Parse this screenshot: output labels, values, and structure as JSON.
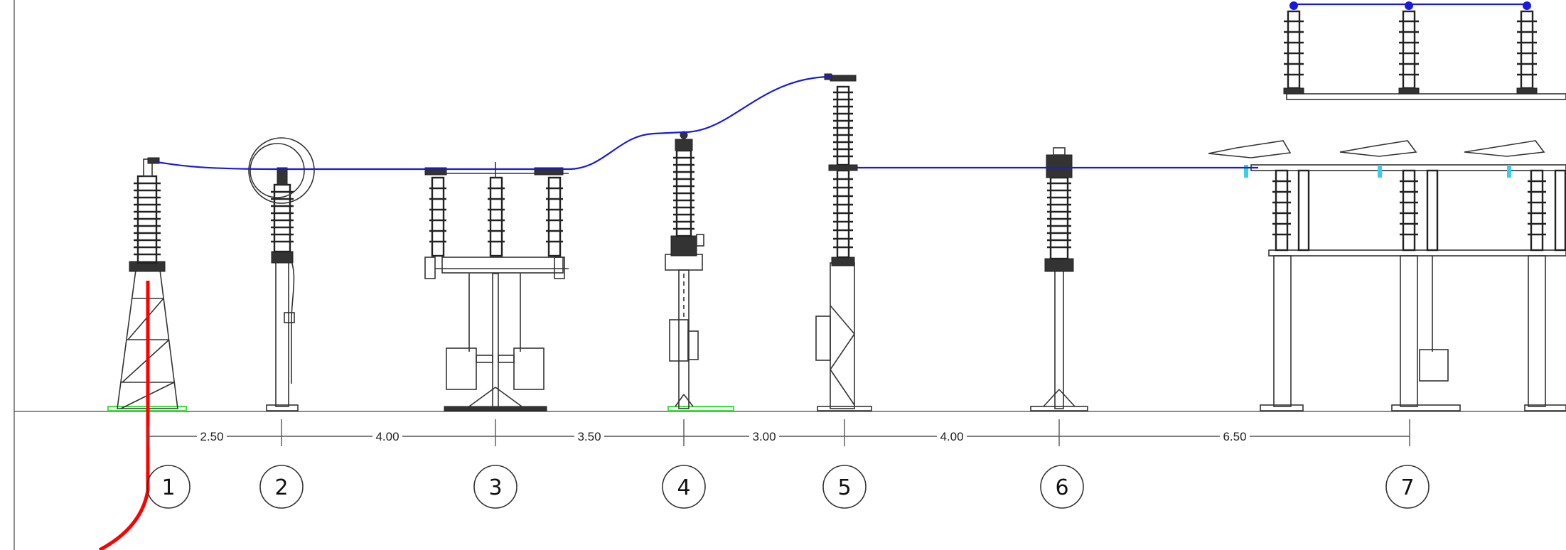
{
  "spacings": [
    "2.50",
    "4.00",
    "3.50",
    "3.00",
    "4.00",
    "6.50"
  ],
  "positions": [
    "1",
    "2",
    "3",
    "4",
    "5",
    "6",
    "7"
  ],
  "colors": {
    "conductor": "#1a1adc",
    "cable": "#ff0000",
    "base_highlight": "#3fe03f",
    "insulator_clamp": "#39d0e6",
    "drawing_lines": "#333333"
  }
}
